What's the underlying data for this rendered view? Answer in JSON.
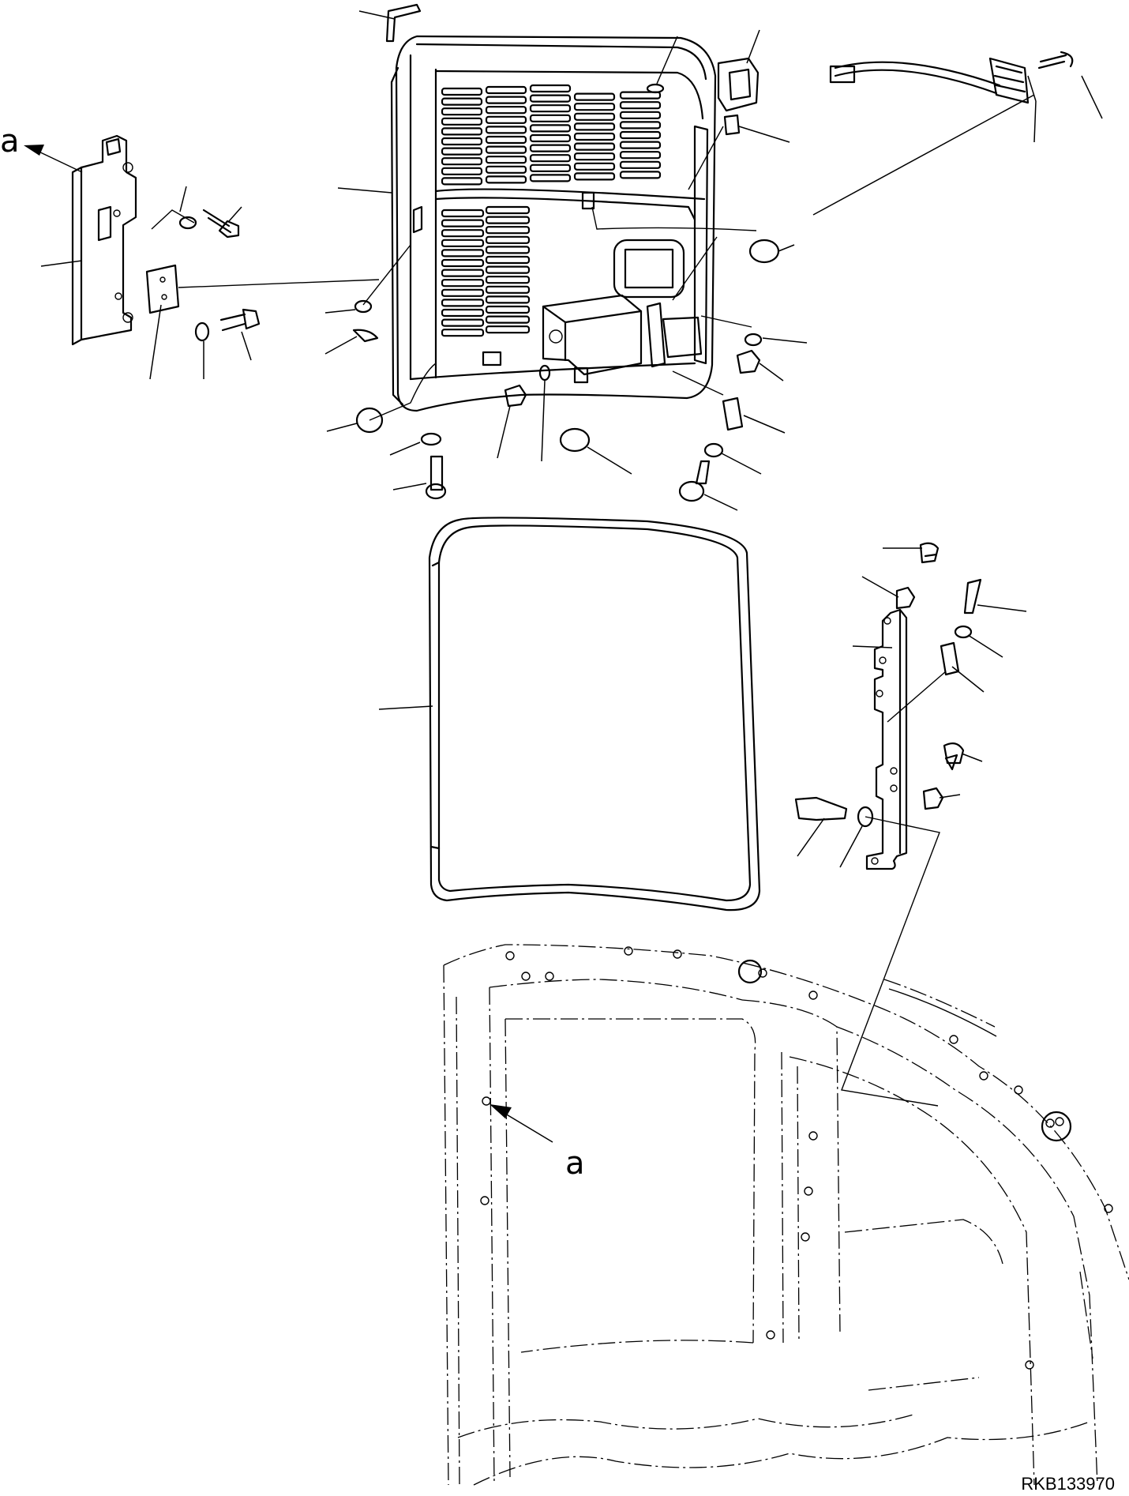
{
  "figure": {
    "drawing_code": "RKB133970",
    "view_arrow_label_top": "a",
    "view_arrow_label_bottom": "a"
  }
}
